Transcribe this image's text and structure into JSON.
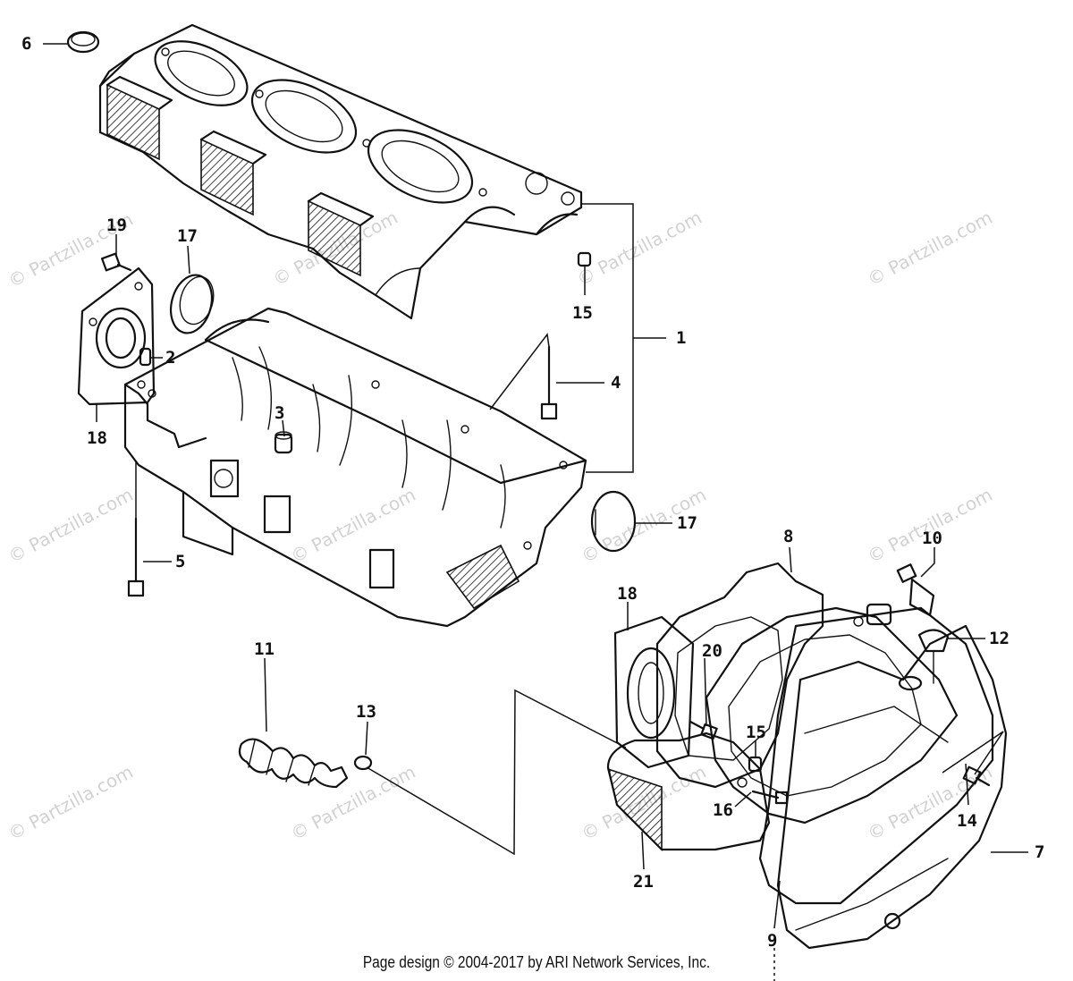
{
  "watermark": "© Partzilla.com",
  "footer": "Page design © 2004-2017 by ARI Network Services, Inc.",
  "callouts": {
    "c1": "1",
    "c2": "2",
    "c3": "3",
    "c4": "4",
    "c5": "5",
    "c6": "6",
    "c7": "7",
    "c8": "8",
    "c9": "9",
    "c10": "10",
    "c11": "11",
    "c12": "12",
    "c13": "13",
    "c14": "14",
    "c15a": "15",
    "c15b": "15",
    "c16": "16",
    "c17a": "17",
    "c17b": "17",
    "c18a": "18",
    "c18b": "18",
    "c19": "19",
    "c20": "20",
    "c21": "21"
  }
}
